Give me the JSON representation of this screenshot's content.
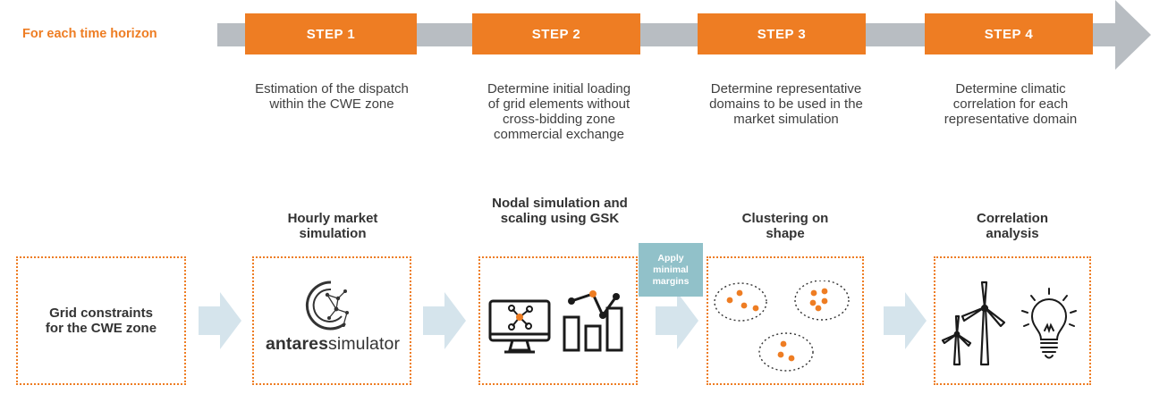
{
  "header": {
    "label": "For each time horizon"
  },
  "timeline": {
    "arrow_color": "#b8bdc2",
    "accent": "#ee7d23",
    "steps": [
      {
        "label": "STEP 1",
        "description": "Estimation of the dispatch within the CWE zone"
      },
      {
        "label": "STEP 2",
        "description": "Determine initial loading of grid elements without cross-bidding zone commercial exchange"
      },
      {
        "label": "STEP 3",
        "description": "Determine representative domains to be used in the market simulation"
      },
      {
        "label": "STEP 4",
        "description": "Determine climatic correlation for each representative domain"
      }
    ]
  },
  "stages": {
    "grid": {
      "label": "Grid constraints for the CWE zone"
    },
    "market": {
      "title": "Hourly market simulation",
      "logo_bold": "antares",
      "logo_rest": "simulator"
    },
    "nodal": {
      "title": "Nodal simulation and scaling using GSK"
    },
    "margins": {
      "label": "Apply minimal margins",
      "color": "#91c1c9"
    },
    "clustering": {
      "title": "Clustering on shape"
    },
    "correlation": {
      "title": "Correlation analysis"
    }
  },
  "flow_arrow_color": "#d5e4ec"
}
